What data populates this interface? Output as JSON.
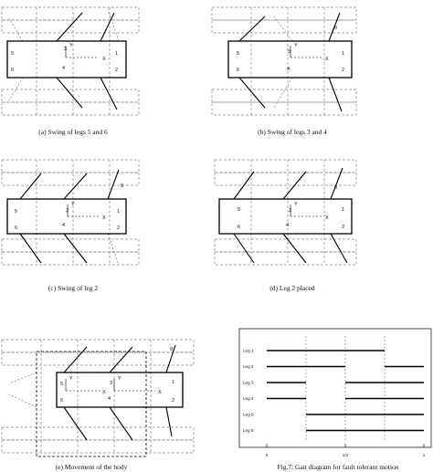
{
  "panels": [
    {
      "id": "a",
      "caption": "(a) Swing of legs 5 and 6",
      "legs": [
        "5",
        "6",
        "3",
        "4",
        "1",
        "2"
      ],
      "angle": "θ"
    },
    {
      "id": "b",
      "caption": "(b) Swing of legs 3 and 4",
      "legs": [
        "5",
        "6",
        "3",
        "4",
        "1",
        "2"
      ],
      "angle": "θ"
    },
    {
      "id": "c",
      "caption": "(c) Swing of leg 2",
      "legs": [
        "5",
        "6",
        "3",
        "4",
        "1",
        "2"
      ],
      "angle": "θ"
    },
    {
      "id": "d",
      "caption": "(d) Leg 2 placed",
      "legs": [
        "5",
        "6",
        "3",
        "4",
        "1",
        "2"
      ],
      "angle": "θ"
    },
    {
      "id": "e",
      "caption": "(e) Movement of the body",
      "legs": [
        "5",
        "6",
        "3",
        "4",
        "1",
        "2"
      ],
      "angle": "θ"
    }
  ],
  "axes": {
    "x": "X",
    "y": "Y"
  },
  "gait": {
    "caption": "Fig.7: Gait diagram for fault tolerant motion",
    "legs": [
      "Leg 1",
      "Leg 2",
      "Leg 3",
      "Leg 4",
      "Leg 5",
      "Leg 6"
    ],
    "ticks": [
      "0",
      "1/2",
      "1"
    ],
    "bars": [
      [
        [
          0.0,
          0.75
        ]
      ],
      [
        [
          0.0,
          0.5
        ],
        [
          0.75,
          1.0
        ]
      ],
      [
        [
          0.0,
          0.25
        ],
        [
          0.5,
          1.0
        ]
      ],
      [
        [
          0.0,
          0.25
        ],
        [
          0.5,
          1.0
        ]
      ],
      [
        [
          0.25,
          1.0
        ]
      ],
      [
        [
          0.25,
          1.0
        ]
      ]
    ]
  }
}
